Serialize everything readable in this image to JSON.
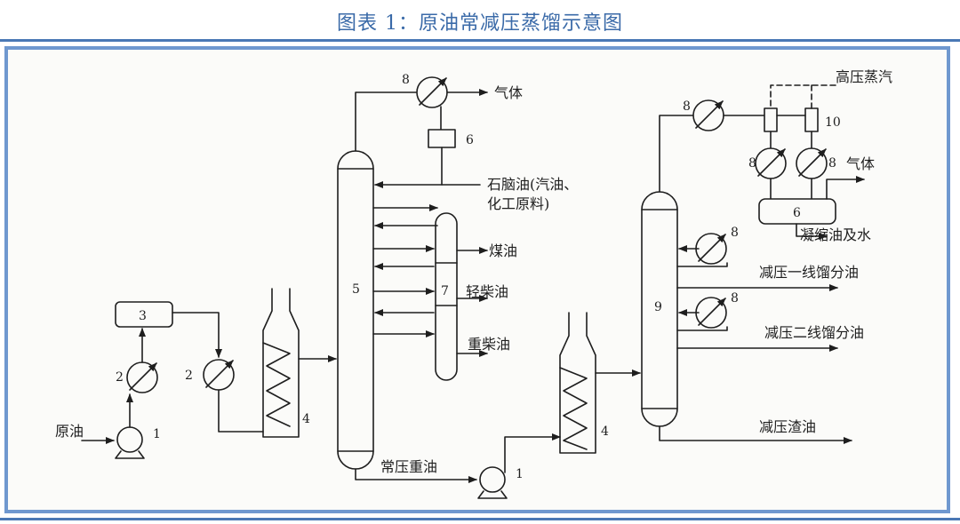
{
  "figure": {
    "title": "图表 1：原油常减压蒸馏示意图"
  },
  "labels": {
    "crude_oil": "原油",
    "gas_top": "气体",
    "naphtha_1": "石脑油(汽油、",
    "naphtha_2": "化工原料)",
    "kerosene": "煤油",
    "light_diesel": "轻柴油",
    "heavy_diesel": "重柴油",
    "atm_residue": "常压重油",
    "hp_steam": "高压蒸汽",
    "gas_right": "气体",
    "condensate": "凝缩油及水",
    "vac_cut1": "减压一线馏分油",
    "vac_cut2": "减压二线馏分油",
    "vac_residue": "减压渣油"
  },
  "numbers": {
    "pump": "1",
    "exchanger": "2",
    "desalter": "3",
    "furnace": "4",
    "atm_tower": "5",
    "separator": "6",
    "stripper": "7",
    "cooler": "8",
    "vac_tower": "9",
    "ejector": "10"
  },
  "colors": {
    "line": "#1e1e1e",
    "title": "#3a6aa8",
    "frame": "#6f98cf",
    "rule": "#4a78b5"
  }
}
